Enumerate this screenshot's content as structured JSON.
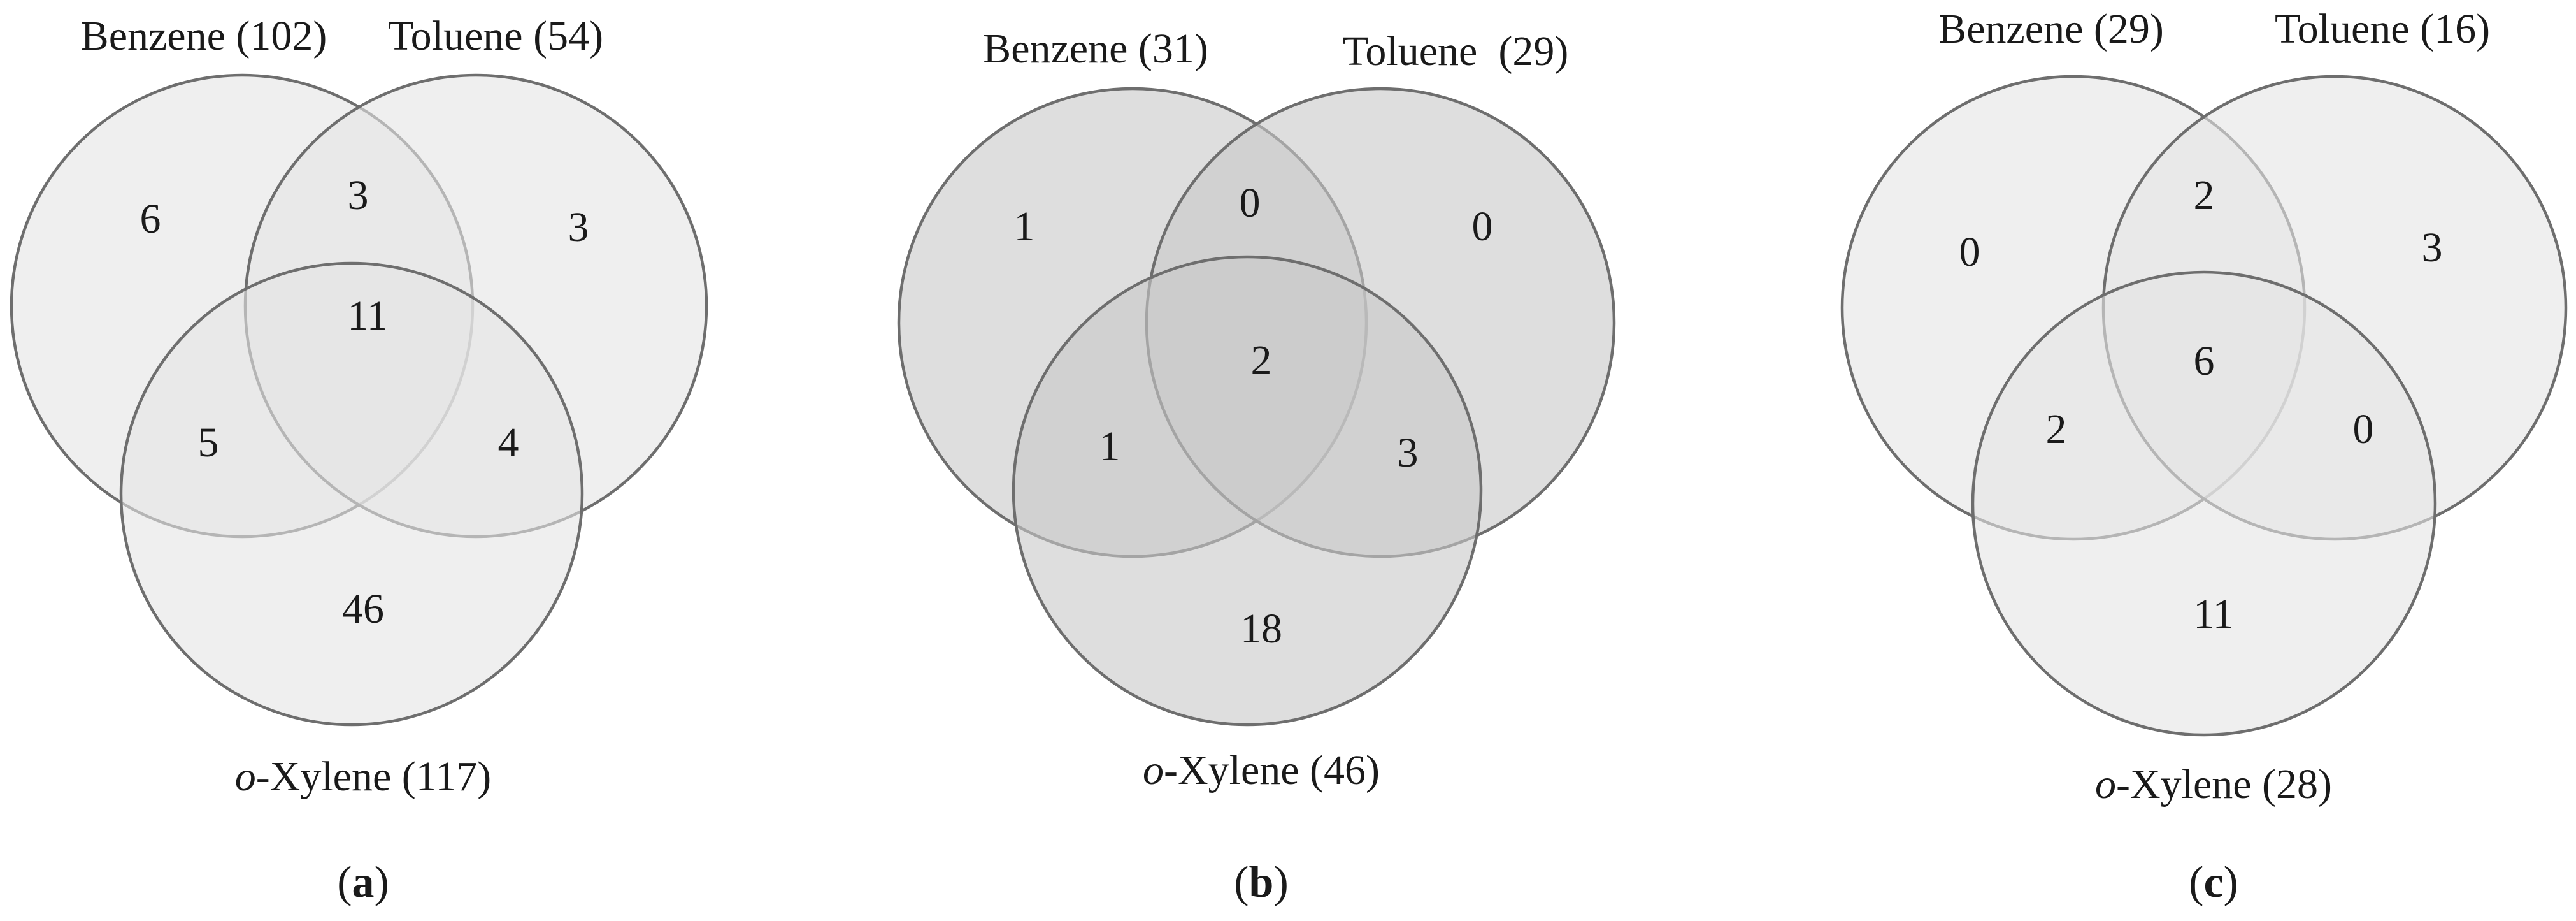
{
  "panels": [
    {
      "panel": "a",
      "sets": [
        {
          "name": "Benzene",
          "count": "102"
        },
        {
          "name": "Toluene",
          "count": "54"
        },
        {
          "name": "o-Xylene",
          "prefix": "o",
          "suffix": "-Xylene",
          "count": "117"
        }
      ],
      "set_labels": {
        "benzene": "Benzene (102)",
        "toluene": "Toluene (54)",
        "xylene_suffix": "-Xylene (117)"
      },
      "regions": {
        "benzene_only": "6",
        "benzene_toluene": "3",
        "toluene_only": "3",
        "all_three": "11",
        "benzene_xylene": "5",
        "toluene_xylene": "4",
        "xylene_only": "46"
      },
      "fill_color": "#e4e4e4",
      "fill_opacity": 0.6
    },
    {
      "panel": "b",
      "sets": [
        {
          "name": "Benzene",
          "count": "31"
        },
        {
          "name": "Toluene",
          "count": "29"
        },
        {
          "name": "o-Xylene",
          "prefix": "o",
          "suffix": "-Xylene",
          "count": "46"
        }
      ],
      "set_labels": {
        "benzene": "Benzene (31)",
        "toluene": "Toluene  (29)",
        "xylene_suffix": "-Xylene (46)"
      },
      "regions": {
        "benzene_only": "1",
        "benzene_toluene": "0",
        "toluene_only": "0",
        "all_three": "2",
        "benzene_xylene": "1",
        "toluene_xylene": "3",
        "xylene_only": "18"
      },
      "fill_color": "#c8c8c8",
      "fill_opacity": 0.6
    },
    {
      "panel": "c",
      "sets": [
        {
          "name": "Benzene",
          "count": "29"
        },
        {
          "name": "Toluene",
          "count": "16"
        },
        {
          "name": "o-Xylene",
          "prefix": "o",
          "suffix": "-Xylene",
          "count": "28"
        }
      ],
      "set_labels": {
        "benzene": "Benzene (29)",
        "toluene": "Toluene (16)",
        "xylene_suffix": "-Xylene (28)"
      },
      "regions": {
        "benzene_only": "0",
        "benzene_toluene": "2",
        "toluene_only": "3",
        "all_three": "6",
        "benzene_xylene": "2",
        "toluene_xylene": "0",
        "xylene_only": "11"
      },
      "fill_color": "#e4e4e4",
      "fill_opacity": 0.6
    }
  ],
  "panel_letters": {
    "open": "(",
    "a": "a",
    "b": "b",
    "c": "c",
    "close": ")"
  },
  "xylene_prefix": "o"
}
